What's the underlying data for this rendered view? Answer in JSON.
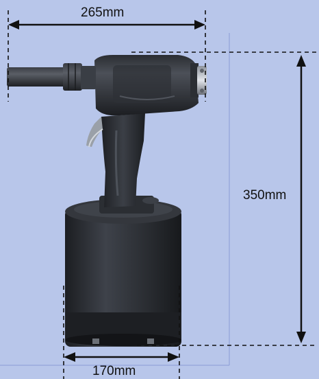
{
  "colors": {
    "background": "#b8c6ea",
    "tool_body": "#2b2e33",
    "tool_highlight": "#4a4e56",
    "dimension_lines": "#111111"
  },
  "dimensions": {
    "length_label": "265mm",
    "height_label": "350mm",
    "base_width_label": "170mm"
  }
}
